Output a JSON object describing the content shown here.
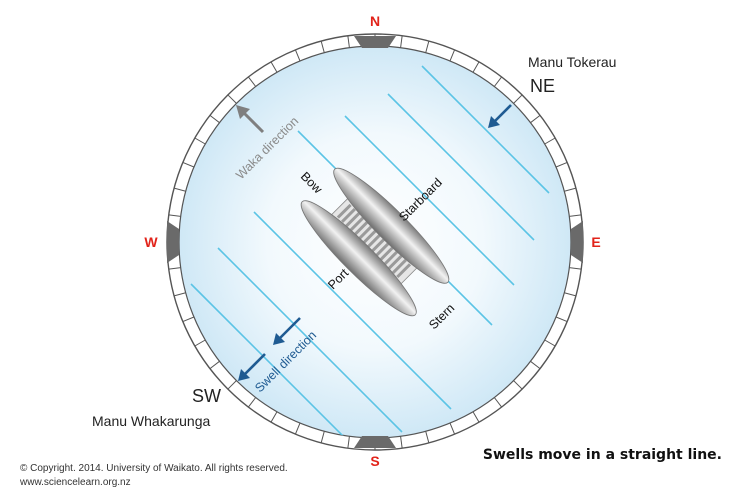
{
  "compass": {
    "north": "N",
    "east": "E",
    "south": "S",
    "west": "W",
    "cardinal_color": "#e2231a"
  },
  "winds": {
    "ne_code": "NE",
    "ne_name": "Manu Tokerau",
    "sw_code": "SW",
    "sw_name": "Manu Whakarunga"
  },
  "canoe": {
    "bow": "Bow",
    "stern": "Stern",
    "port": "Port",
    "starboard": "Starboard"
  },
  "labels": {
    "waka_direction": "Waka direction",
    "swell_direction": "Swell direction"
  },
  "colors": {
    "swell_line": "#5bc4e5",
    "swell_arrow": "#1f5b92",
    "waka_arrow": "#7f7f7f",
    "circle_fill": "#e4f2fa"
  },
  "caption": "Swells move in a straight line.",
  "footer": {
    "copyright": "© Copyright. 2014. University of Waikato. All rights reserved.",
    "website": "www.sciencelearn.org.nz"
  }
}
